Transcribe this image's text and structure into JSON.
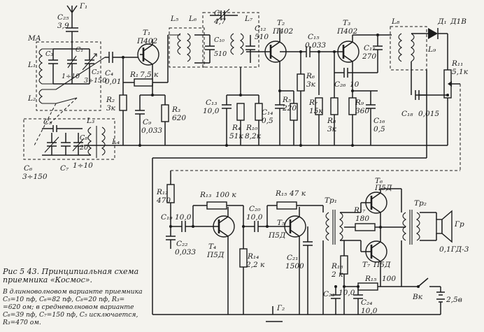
{
  "caption": {
    "title_line1": "Рис 5 43. Принципиальная схема",
    "title_line2": "приемника «Космос».",
    "note_lines": [
      "В длинноволновом варианте приемника",
      "С₅=10 пф, С₆=82 пф, С₈=20 пф, R₃=",
      "=620 ом; в средневолновом варианте",
      "С₆=39 пф, С₇=150 пф, С₅ исключается,",
      "R₃=470 ом."
    ]
  },
  "labels": {
    "MA": "МА",
    "G1": "Г₁",
    "C25": "C₂₅",
    "C25v": "3,9",
    "L1": "L₁",
    "L2": "L₂",
    "C1": "C₁",
    "C1v": "1÷10",
    "C2": "C₂",
    "C2v": "3÷150",
    "C3": "C₃",
    "C4": "C₄",
    "C4v": "0,01",
    "T1": "T₁",
    "T1t": "П402",
    "R1": "R₁",
    "R1v": "7,5 к",
    "R2": "R₂",
    "R2v": "3к",
    "R3": "R₃",
    "R3v": "620",
    "C9": "C₉",
    "C9v": "0,033",
    "L5": "L₅",
    "L6": "L₆",
    "L7": "L₇",
    "C10": "C₁₀",
    "C10v": "510",
    "C11": "C₁₁",
    "C11v": "4,7",
    "C12": "C₁₂",
    "C12v": "510",
    "T2": "T₂",
    "T2t": "П402",
    "C13": "C₁₃",
    "C13v": "10,0",
    "R4": "R₄",
    "R4v": "51к",
    "R10": "R₁₀",
    "R10v": "8,2к",
    "C14": "C₁₄",
    "C14v": "0,5",
    "R5": "R₅",
    "R5v": "220",
    "C15": "C₁₅",
    "C15v": "0,033",
    "R6": "R₆",
    "R6v": "3к",
    "R7": "R₇",
    "R7v": "15к",
    "R8": "R₈",
    "R8v": "3к",
    "T3": "T₃",
    "T3t": "П402",
    "C17": "C₁₇",
    "C17v": "270",
    "C26": "C₂₆",
    "C26v": "10",
    "R9": "R₉",
    "R9v": "360",
    "C16": "C₁₆",
    "C16v": "0,5",
    "L8": "L₈",
    "L9": "L₉",
    "D1": "Д₁",
    "D1t": "Д1В",
    "R11": "R₁₁",
    "R11v": "5,1к",
    "C18": "C₁₈",
    "C18v": "0,015",
    "C5": "C₅",
    "C6": "C₆",
    "C6v": "3÷150",
    "C7": "C₇",
    "C8": "C₈",
    "C8v": "20",
    "L3": "L₃",
    "L4": "L₄",
    "C8b": "1÷10",
    "R12": "R₁₂",
    "R12v": "470",
    "C19": "C₁₉",
    "C19v": "10,0",
    "C22": "C₂₂",
    "C22v": "0,033",
    "R13": "R₁₃",
    "R13v": "100 к",
    "T4": "T₄",
    "T4t": "П5Д",
    "R14": "R₁₄",
    "R14v": "2,2 к",
    "C20": "C₂₀",
    "C20v": "10,0",
    "R15s": "R₁₅",
    "R15sv": "47 к",
    "T5": "T₅",
    "T5t": "П5Д",
    "C21": "C₂₁",
    "C21v": "1500",
    "Tr1": "Тр₁",
    "R17": "R₁₇",
    "R17v": "180",
    "T6": "T₆",
    "T6t": "П5Д",
    "T7": "T₇",
    "T7t": "П5Д",
    "Tr2": "Тр₂",
    "R18": "R₁₈",
    "R18v": "2 к",
    "R15": "R₁₅",
    "R15v": "100",
    "C23": "C₂₃",
    "C23v": "10,0",
    "C24": "C₂₄",
    "C24v": "10,0",
    "Gr": "Гр",
    "Grt": "0,1ГД-3",
    "Vk": "Вк",
    "bat": "2,5в",
    "G2": "Г₂"
  }
}
